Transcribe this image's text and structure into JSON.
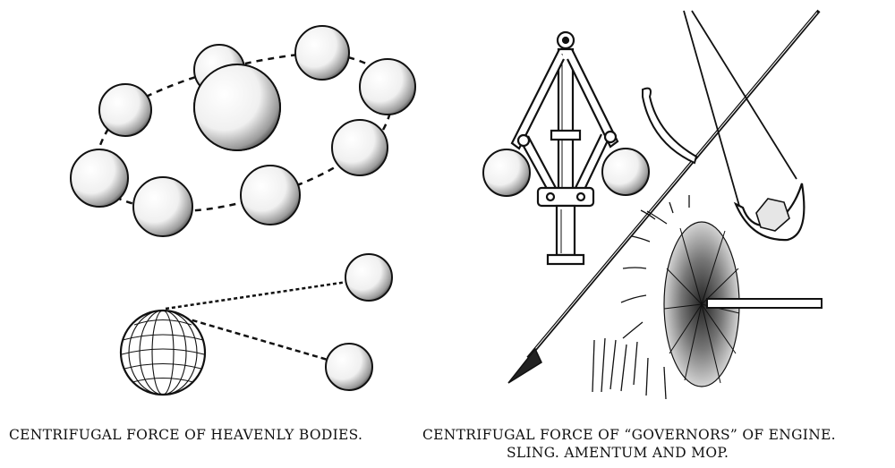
{
  "captions": {
    "left": "CENTRIFUGAL FORCE OF HEAVENLY BODIES.",
    "right_line1": "CENTRIFUGAL FORCE OF “GOVERNORS” OF ENGINE.",
    "right_line2": "SLING.  AMENTUM AND MOP."
  },
  "colors": {
    "ink": "#111111",
    "paper": "#ffffff"
  }
}
